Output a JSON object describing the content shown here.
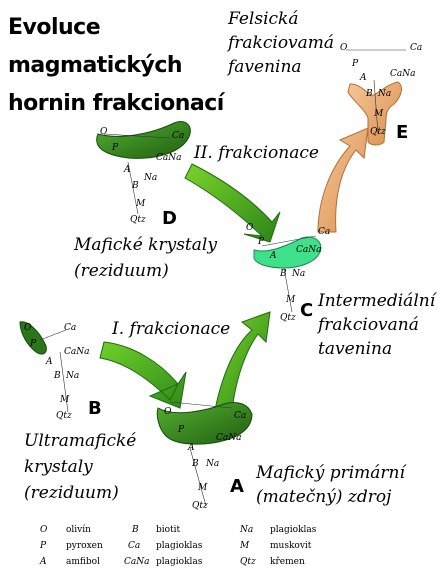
{
  "title": [
    "Evoluce",
    "magmatických",
    "hornin frakcionací"
  ],
  "felsic_label": [
    "Felsická",
    "frakciovamá",
    "favenina"
  ],
  "stage_letters": {
    "A": "A",
    "B": "B",
    "C": "C",
    "D": "D",
    "E": "E"
  },
  "stage_labels": {
    "A": [
      "Mafický primární",
      "(matečný)  zdroj"
    ],
    "B": [
      "Ultramafické",
      "krystaly",
      "(reziduum)"
    ],
    "C": [
      "Intermediální",
      "frakciovaná",
      "tavenina"
    ],
    "D": [
      "Mafické krystaly",
      "(reziduum)"
    ]
  },
  "process_labels": {
    "first": "I. frakcionace",
    "second": "II. frakcionace"
  },
  "minerals": {
    "O": "O",
    "P": "P",
    "A": "A",
    "B": "B",
    "Ca": "Ca",
    "CaNa": "CaNa",
    "Na": "Na",
    "M": "M",
    "Qtz": "Qtz"
  },
  "legend": [
    {
      "key": "O",
      "value": "olivín"
    },
    {
      "key": "P",
      "value": "pyroxen"
    },
    {
      "key": "A",
      "value": "amfibol"
    },
    {
      "key": "B",
      "value": "biotit"
    },
    {
      "key": "Ca",
      "value": "plagioklas"
    },
    {
      "key": "CaNa",
      "value": "plagioklas"
    },
    {
      "key": "Na",
      "value": "plagioklas"
    },
    {
      "key": "M",
      "value": "muskovit"
    },
    {
      "key": "Qtz",
      "value": "křemen"
    }
  ],
  "colors": {
    "dark_green": "#2f7a1e",
    "mid_green": "#3f9a2a",
    "light_green": "#5cc21a",
    "mint": "#3ee08a",
    "tan": "#f2b27a",
    "tan_dark": "#c47a3a"
  }
}
